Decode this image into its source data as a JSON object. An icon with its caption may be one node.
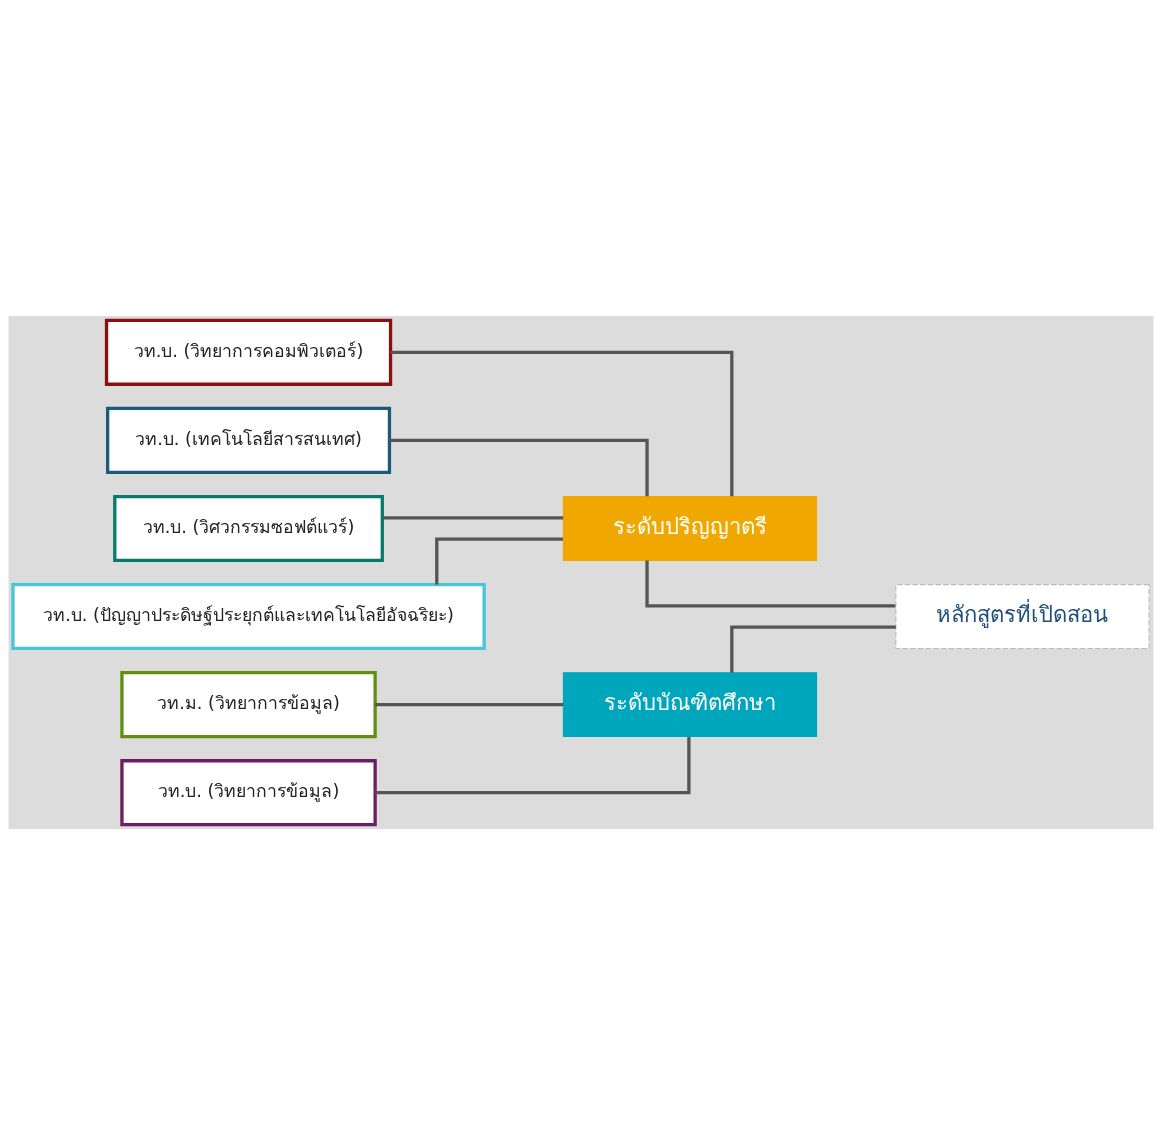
{
  "diagram": {
    "nodes": [
      {
        "text": [
          "วท.บ. (วิทยาการคอมพิวเตอร์)"
        ]
      },
      {
        "text": [
          "วท.บ. (เทคโนโลยีสารสนเทศ)"
        ]
      },
      {
        "text": [
          "วท.บ. (วิศวกรรมซอฟต์แวร์)"
        ]
      },
      {
        "text": [
          "วท.บ. (ปัญญาประดิษฐ์ประยุกต์และเทคโนโลยีอัจฉริยะ)"
        ]
      },
      {
        "text": [
          "ระดับปริญญาตรี"
        ]
      },
      {
        "text": [
          "หลักสูตรที่เปิดสอน"
        ]
      },
      {
        "text": [
          "วท.ม. (วิทยาการข้อมูล)"
        ]
      },
      {
        "text": [
          "วท.บ. (วิทยาการข้อมูล)"
        ]
      },
      {
        "text": [
          "ระดับบัณฑิตศึกษา"
        ]
      }
    ],
    "edges": [
      {
        "from": 5,
        "to": 4,
        "arrow": "none"
      },
      {
        "from": 5,
        "to": 8,
        "arrow": "none"
      },
      {
        "from": 4,
        "to": 0,
        "arrow": "none"
      },
      {
        "from": 4,
        "to": 1,
        "arrow": "none"
      },
      {
        "from": 4,
        "to": 2,
        "arrow": "none"
      },
      {
        "from": 4,
        "to": 3,
        "arrow": "none"
      },
      {
        "from": 8,
        "to": 6,
        "arrow": "none"
      },
      {
        "from": 8,
        "to": 7,
        "arrow": "none"
      }
    ]
  }
}
